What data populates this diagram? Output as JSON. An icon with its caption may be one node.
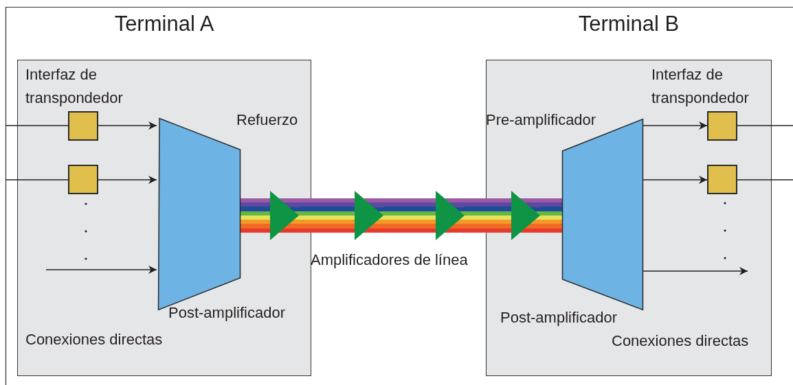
{
  "diagram": {
    "nodes": [
      {
        "text": [
          "Terminal A"
        ]
      },
      {
        "text": [
          "Terminal B"
        ]
      },
      {
        "text": [],
        "shape": "trapezoid",
        "in": 0
      },
      {
        "text": [],
        "shape": "trapezoid",
        "in": 1
      },
      {
        "text": [],
        "shape": "box",
        "in": 0
      },
      {
        "text": [],
        "shape": "box",
        "in": 0
      },
      {
        "text": [],
        "shape": "box",
        "in": 1
      },
      {
        "text": [],
        "shape": "box",
        "in": 1
      },
      {
        "text": [],
        "shape": "triangle",
        "in": 0
      },
      {
        "text": [],
        "shape": "triangle"
      },
      {
        "text": [],
        "shape": "triangle"
      },
      {
        "text": [],
        "shape": "triangle",
        "in": 1
      }
    ],
    "edges": [
      {
        "from": null,
        "to": 4,
        "arrow": "none"
      },
      {
        "from": 4,
        "to": 2,
        "arrow": "to"
      },
      {
        "from": null,
        "to": 5,
        "arrow": "none"
      },
      {
        "from": 5,
        "to": 2,
        "arrow": "to"
      },
      {
        "from": null,
        "to": 2,
        "arrow": "to"
      },
      {
        "from": 2,
        "to": 8,
        "arrow": "none",
        "style": "thick"
      },
      {
        "from": 8,
        "to": 9,
        "arrow": "none",
        "style": "thick"
      },
      {
        "from": 9,
        "to": 10,
        "arrow": "none",
        "style": "thick"
      },
      {
        "from": 10,
        "to": 11,
        "arrow": "none",
        "style": "thick"
      },
      {
        "from": 11,
        "to": 3,
        "arrow": "none",
        "style": "thick"
      },
      {
        "from": 3,
        "to": 6,
        "arrow": "to"
      },
      {
        "from": 6,
        "to": null,
        "arrow": "none"
      },
      {
        "from": 3,
        "to": 7,
        "arrow": "to"
      },
      {
        "from": 7,
        "to": null,
        "arrow": "none"
      },
      {
        "from": 3,
        "to": null,
        "arrow": "to"
      }
    ],
    "labels": [
      "Interfaz de transpondedor",
      "Interfaz de transpondedor",
      "Refuerzo",
      "Pre-amplificador",
      "Amplificadores de línea",
      "Post-amplificador",
      "Post-amplificador",
      "Conexiones directas",
      "Conexiones directas"
    ]
  }
}
